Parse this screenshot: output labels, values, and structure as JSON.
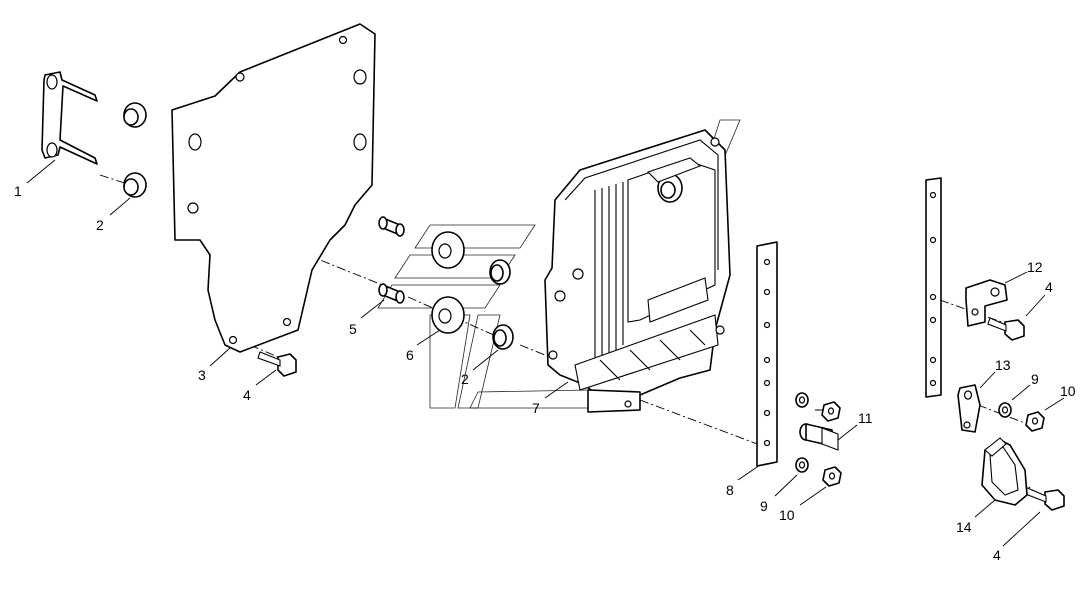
{
  "callouts": [
    {
      "id": "c1",
      "text": "1"
    },
    {
      "id": "c2a",
      "text": "2"
    },
    {
      "id": "c3",
      "text": "3"
    },
    {
      "id": "c4a",
      "text": "4"
    },
    {
      "id": "c5",
      "text": "5"
    },
    {
      "id": "c6",
      "text": "6"
    },
    {
      "id": "c2b",
      "text": "2"
    },
    {
      "id": "c7",
      "text": "7"
    },
    {
      "id": "c8",
      "text": "8"
    },
    {
      "id": "c9a",
      "text": "9"
    },
    {
      "id": "c10a",
      "text": "10"
    },
    {
      "id": "c11",
      "text": "11"
    },
    {
      "id": "c12",
      "text": "12"
    },
    {
      "id": "c4b",
      "text": "4"
    },
    {
      "id": "c13",
      "text": "13"
    },
    {
      "id": "c9b",
      "text": "9"
    },
    {
      "id": "c10b",
      "text": "10"
    },
    {
      "id": "c14",
      "text": "14"
    },
    {
      "id": "c4c",
      "text": "4"
    }
  ]
}
